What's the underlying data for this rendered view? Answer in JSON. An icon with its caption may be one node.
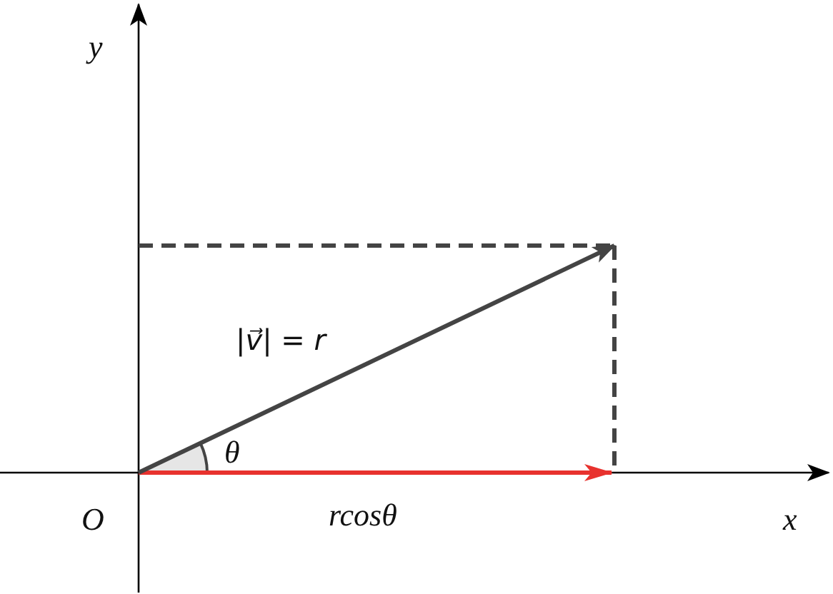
{
  "diagram": {
    "labels": [
      "y",
      "|v⃗| = r",
      "θ",
      "O",
      "rcosθ",
      "x"
    ]
  }
}
